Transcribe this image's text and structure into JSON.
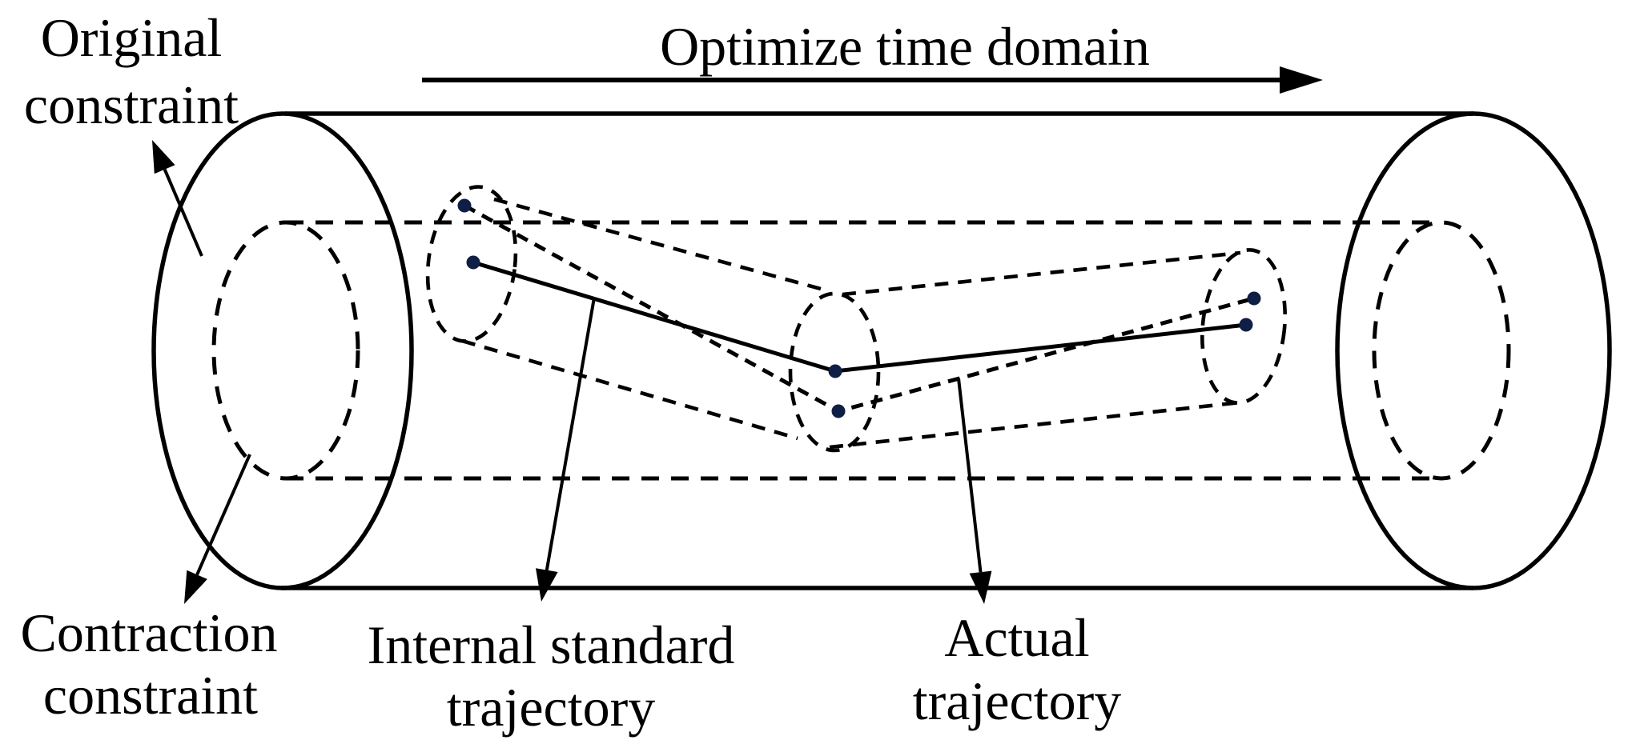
{
  "figure": {
    "title": "Optimize time domain",
    "labels": {
      "original_constraint": {
        "line1": "Original",
        "line2": "constraint"
      },
      "contraction_constraint": {
        "line1": "Contraction",
        "line2": "constraint"
      },
      "internal_trajectory": {
        "line1": "Internal standard",
        "line2": "trajectory"
      },
      "actual_trajectory": {
        "line1": "Actual",
        "line2": "trajectory"
      }
    },
    "colors": {
      "stroke": "#000000",
      "trajectory_dot": "#0f1e45",
      "background": "#ffffff"
    },
    "elements": {
      "outer_cylinder": "Original constraint (solid outline cylinder)",
      "inner_cylinder": "Contraction constraint (dashed inner cylinder)",
      "solid_polyline": "Internal standard trajectory",
      "dashed_polyline": "Actual trajectory",
      "top_arrow": "Optimize time domain direction arrow"
    }
  }
}
